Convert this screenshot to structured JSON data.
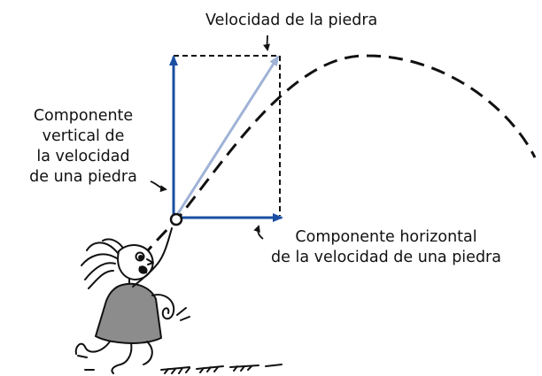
{
  "labels": {
    "velocity": "Velocidad de la piedra",
    "vertical_component": [
      "Componente",
      "vertical de",
      "la velocidad",
      "de una piedra"
    ],
    "horizontal_component": [
      "Componente horizontal",
      "de la velocidad de una piedra"
    ]
  },
  "colors": {
    "component_arrow": "#1a4fa3",
    "resultant_arrow": "#9fb2d6",
    "trajectory": "#111111",
    "girl_dress": "#8c8c8c"
  },
  "icons": {
    "thrower": "girl-throwing-stone-icon",
    "stone": "stone-icon"
  }
}
